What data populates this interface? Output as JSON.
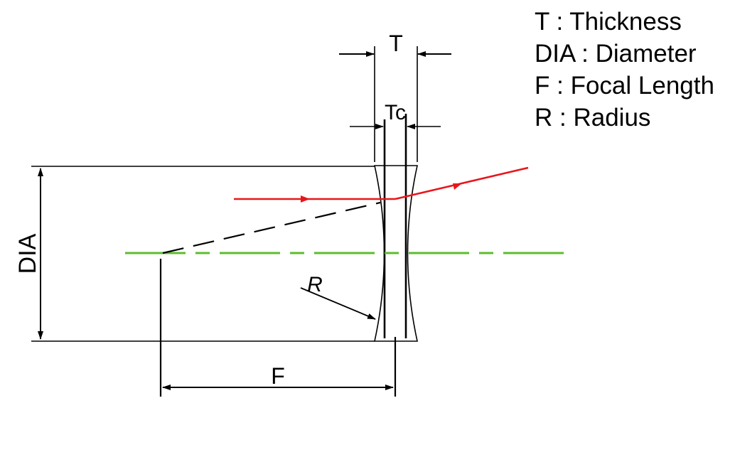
{
  "labels": {
    "thickness": "T",
    "center_thickness": "Tc",
    "diameter": "DIA",
    "radius": "R",
    "focal_length": "F"
  },
  "legend": [
    {
      "symbol": "T",
      "separator": " : ",
      "meaning": "Thickness"
    },
    {
      "symbol": "DIA",
      "separator": " : ",
      "meaning": "Diameter"
    },
    {
      "symbol": "F",
      "separator": " : ",
      "meaning": "Focal Length"
    },
    {
      "symbol": "R",
      "separator": " : ",
      "meaning": "Radius"
    }
  ],
  "colors": {
    "ray": "#e8161b",
    "optical_axis": "#5cbd2e",
    "lines": "#000000"
  }
}
